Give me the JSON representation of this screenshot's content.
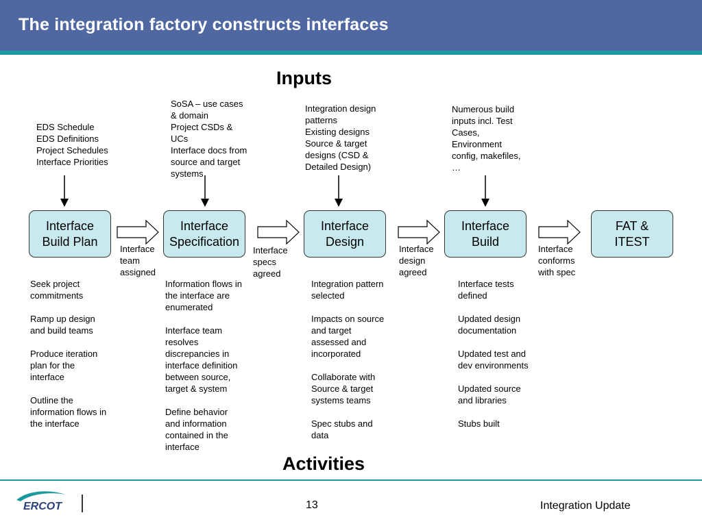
{
  "title": "The integration factory constructs interfaces",
  "headings": {
    "inputs": "Inputs",
    "activities": "Activities"
  },
  "stages": [
    {
      "label": "Interface\nBuild Plan",
      "input": "EDS Schedule\nEDS Definitions\nProject Schedules\nInterface Priorities",
      "activities": "Seek project\ncommitments\n\nRamp up design\nand build teams\n\nProduce iteration\nplan for the\ninterface\n\nOutline the\ninformation flows in\nthe interface"
    },
    {
      "label": "Interface\nSpecification",
      "input": "SoSA – use cases\n& domain\nProject CSDs &\nUCs\nInterface docs from\nsource and target\nsystems",
      "activities": "Information flows in\nthe interface are\nenumerated\n\nInterface team\nresolves\ndiscrepancies in\ninterface definition\nbetween source,\ntarget & system\n\nDefine behavior\nand information\ncontained in the\ninterface"
    },
    {
      "label": "Interface\nDesign",
      "input": "Integration design\npatterns\nExisting designs\nSource & target\ndesigns (CSD &\nDetailed Design)",
      "activities": "Integration pattern\nselected\n\nImpacts on source\nand target\nassessed and\nincorporated\n\nCollaborate with\nSource  & target\nsystems teams\n\nSpec stubs and\ndata"
    },
    {
      "label": "Interface\nBuild",
      "input": "Numerous build\ninputs incl. Test\nCases,\nEnvironment\nconfig, makefiles,\n…",
      "activities": "Interface tests\ndefined\n\nUpdated design\ndocumentation\n\nUpdated test and\ndev environments\n\nUpdated source\nand libraries\n\nStubs built"
    },
    {
      "label": "FAT &\nITEST"
    }
  ],
  "transitions": [
    "Interface\nteam\nassigned",
    "Interface\nspecs\nagreed",
    "Interface\ndesign\nagreed",
    "Interface\nconforms\nwith spec"
  ],
  "footer": {
    "page_number": "13",
    "label": "Integration Update",
    "logo_text": "ERCOT"
  },
  "colors": {
    "header": "#5068a2",
    "accent": "#1a9a9e",
    "box_fill": "#c8eaee"
  }
}
